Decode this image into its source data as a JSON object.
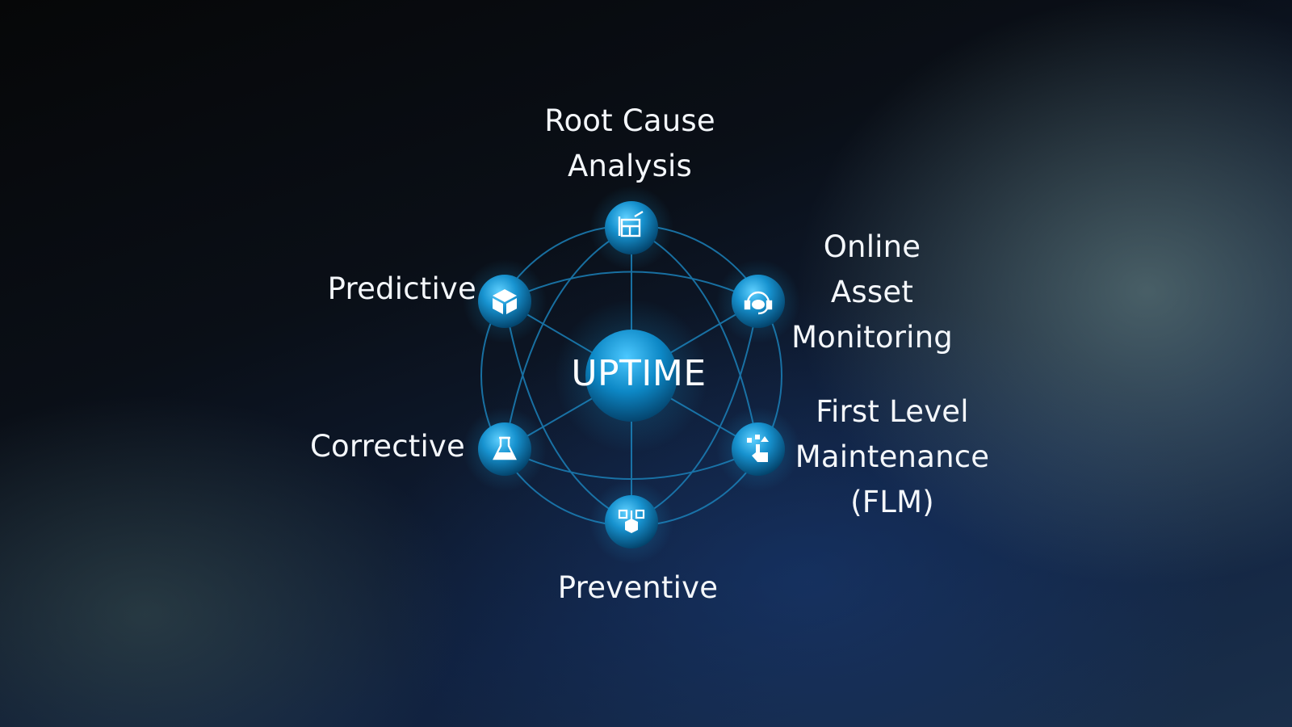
{
  "center": {
    "label": "UPTIME"
  },
  "nodes": [
    {
      "id": "root-cause",
      "label": "Root Cause\nAnalysis",
      "icon": "blueprint-icon"
    },
    {
      "id": "online-asset-monitoring",
      "label": "Online\nAsset\nMonitoring",
      "icon": "headset-chat-icon"
    },
    {
      "id": "first-level-maintenance",
      "label": "First Level\nMaintenance\n(FLM)",
      "icon": "hand-touch-icon"
    },
    {
      "id": "preventive",
      "label": "Preventive",
      "icon": "network-boxes-icon"
    },
    {
      "id": "corrective",
      "label": "Corrective",
      "icon": "flask-icon"
    },
    {
      "id": "predictive",
      "label": "Predictive",
      "icon": "box-icon"
    }
  ],
  "colors": {
    "accent": "#1aa3e0",
    "node_dark": "#045a8c",
    "ring": "#1b80b8"
  }
}
